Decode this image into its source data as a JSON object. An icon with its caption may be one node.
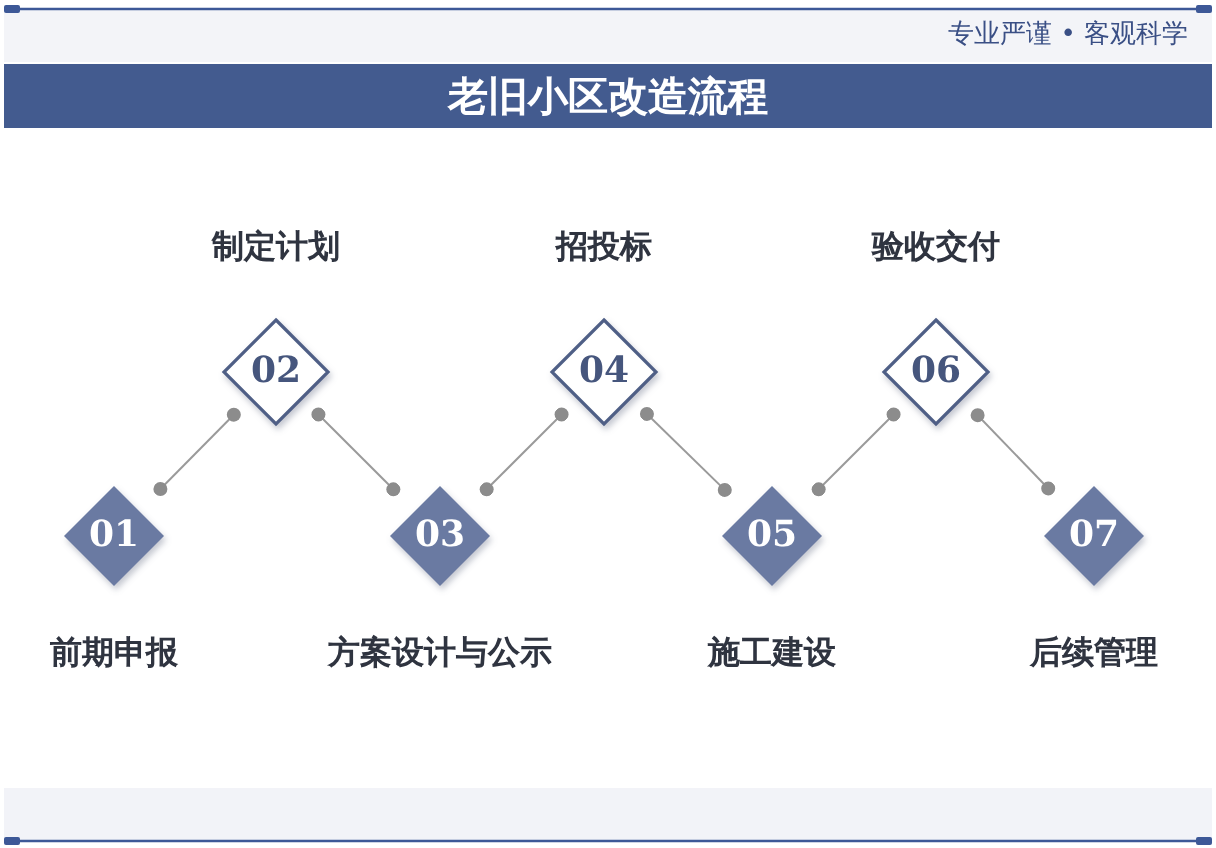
{
  "diagram": {
    "title": "老旧小区改造流程",
    "nodes": [
      {
        "text": [
          "01"
        ],
        "beside": [
          "前期申报"
        ]
      },
      {
        "text": [
          "02"
        ],
        "beside": [
          "制定计划"
        ]
      },
      {
        "text": [
          "03"
        ],
        "beside": [
          "方案设计与公示"
        ]
      },
      {
        "text": [
          "04"
        ],
        "beside": [
          "招投标"
        ]
      },
      {
        "text": [
          "05"
        ],
        "beside": [
          "施工建设"
        ]
      },
      {
        "text": [
          "06"
        ],
        "beside": [
          "验收交付"
        ]
      },
      {
        "text": [
          "07"
        ],
        "beside": [
          "后续管理"
        ]
      }
    ],
    "edges": [
      {
        "from": 0,
        "to": 1,
        "arrow": "other"
      },
      {
        "from": 1,
        "to": 2,
        "arrow": "other"
      },
      {
        "from": 2,
        "to": 3,
        "arrow": "other"
      },
      {
        "from": 3,
        "to": 4,
        "arrow": "other"
      },
      {
        "from": 4,
        "to": 5,
        "arrow": "other"
      },
      {
        "from": 5,
        "to": 6,
        "arrow": "other"
      }
    ],
    "labels": [
      "专业严谨 • 客观科学"
    ]
  }
}
